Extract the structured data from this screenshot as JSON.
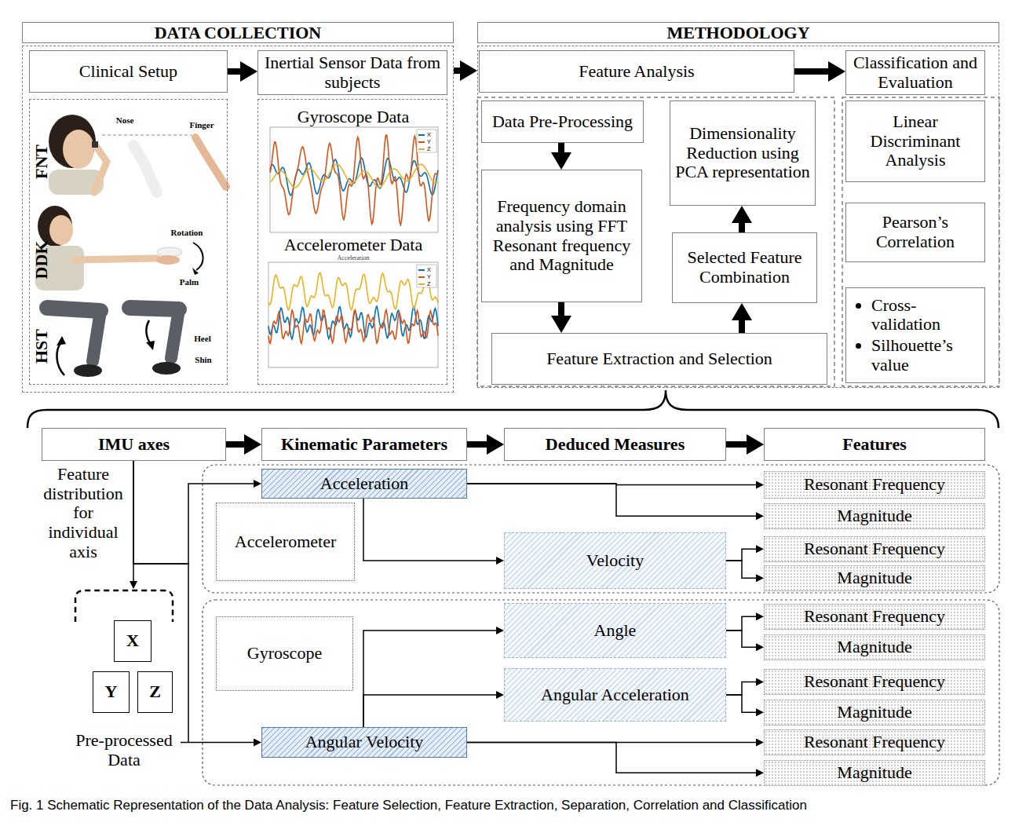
{
  "diagram": {
    "caption": "Fig. 1 Schematic Representation of the Data Analysis: Feature Selection, Feature Extraction, Separation, Correlation and Classification",
    "nodes": [
      {
        "text": [
          "DATA COLLECTION"
        ]
      },
      {
        "text": [
          "Clinical Setup"
        ],
        "in": 0
      },
      {
        "text": [
          "FNT",
          "Nose",
          "Finger",
          "DDK",
          "Rotation",
          "Palm",
          "HST",
          "Heel",
          "Shin"
        ],
        "in": 0
      },
      {
        "text": [
          "Inertial Sensor Data from subjects"
        ],
        "in": 0
      },
      {
        "text": [
          "Gyroscope Data",
          "Accelerometer Data",
          "Acceleration"
        ],
        "in": 0
      },
      {
        "text": [
          "METHODOLOGY"
        ]
      },
      {
        "text": [
          "Feature Analysis"
        ],
        "in": 5
      },
      {
        "text": [
          "Data Pre-Processing"
        ],
        "in": 5
      },
      {
        "text": [
          "Dimensionality Reduction using PCA representation"
        ],
        "in": 5
      },
      {
        "text": [
          "Frequency domain analysis using FFT Resonant frequency and Magnitude"
        ],
        "in": 5
      },
      {
        "text": [
          "Selected Feature Combination"
        ],
        "in": 5
      },
      {
        "text": [
          "Feature Extraction and Selection"
        ],
        "in": 5
      },
      {
        "text": [
          "Classification and Evaluation"
        ],
        "in": 5
      },
      {
        "text": [
          "Linear Discriminant Analysis"
        ],
        "in": 5
      },
      {
        "text": [
          "Pearson’s Correlation"
        ],
        "in": 5
      },
      {
        "text": [
          "Cross-validation",
          "Silhouette’s value"
        ],
        "in": 5
      },
      {
        "text": [
          "IMU axes"
        ]
      },
      {
        "text": [
          "Kinematic Parameters"
        ]
      },
      {
        "text": [
          "Deduced Measures"
        ]
      },
      {
        "text": [
          "Features"
        ]
      },
      {
        "text": [
          "X"
        ]
      },
      {
        "text": [
          "Y"
        ]
      },
      {
        "text": [
          "Z"
        ]
      },
      {
        "text": [
          "Accelerometer"
        ]
      },
      {
        "text": [
          "Acceleration"
        ]
      },
      {
        "text": [
          "Velocity"
        ]
      },
      {
        "text": [
          "Gyroscope"
        ]
      },
      {
        "text": [
          "Angle"
        ]
      },
      {
        "text": [
          "Angular Acceleration"
        ]
      },
      {
        "text": [
          "Angular Velocity"
        ]
      },
      {
        "text": [
          "Resonant Frequency"
        ]
      },
      {
        "text": [
          "Magnitude"
        ]
      },
      {
        "text": [
          "Resonant Frequency"
        ]
      },
      {
        "text": [
          "Magnitude"
        ]
      },
      {
        "text": [
          "Resonant Frequency"
        ]
      },
      {
        "text": [
          "Magnitude"
        ]
      },
      {
        "text": [
          "Resonant Frequency"
        ]
      },
      {
        "text": [
          "Magnitude"
        ]
      },
      {
        "text": [
          "Resonant Frequency"
        ]
      },
      {
        "text": [
          "Magnitude"
        ]
      }
    ],
    "edges": [
      {
        "from": 1,
        "to": 3,
        "arrow": "to"
      },
      {
        "from": 0,
        "to": 5,
        "arrow": "to"
      },
      {
        "from": 6,
        "to": 12,
        "arrow": "to"
      },
      {
        "from": 7,
        "to": 9,
        "arrow": "to"
      },
      {
        "from": 9,
        "to": 11,
        "arrow": "to"
      },
      {
        "from": 11,
        "to": 10,
        "arrow": "to"
      },
      {
        "from": 10,
        "to": 8,
        "arrow": "to"
      },
      {
        "from": 16,
        "to": 17,
        "arrow": "to"
      },
      {
        "from": 17,
        "to": 18,
        "arrow": "to"
      },
      {
        "from": 18,
        "to": 19,
        "arrow": "to"
      },
      {
        "from": 16,
        "to": 24,
        "arrow": "to"
      },
      {
        "from": 16,
        "to": 29,
        "arrow": "to"
      },
      {
        "from": 24,
        "to": 30,
        "arrow": "to"
      },
      {
        "from": 24,
        "to": 31,
        "arrow": "to"
      },
      {
        "from": 24,
        "to": 25,
        "arrow": "to"
      },
      {
        "from": 25,
        "to": 32,
        "arrow": "to"
      },
      {
        "from": 25,
        "to": 33,
        "arrow": "to"
      },
      {
        "from": 29,
        "to": 27,
        "arrow": "to"
      },
      {
        "from": 29,
        "to": 28,
        "arrow": "to"
      },
      {
        "from": 27,
        "to": 34,
        "arrow": "to"
      },
      {
        "from": 27,
        "to": 35,
        "arrow": "to"
      },
      {
        "from": 28,
        "to": 36,
        "arrow": "to"
      },
      {
        "from": 28,
        "to": 37,
        "arrow": "to"
      },
      {
        "from": 29,
        "to": 38,
        "arrow": "to"
      },
      {
        "from": 29,
        "to": 39,
        "arrow": "to"
      }
    ],
    "labels": [
      "Feature distribution for individual axis",
      "Pre-processed Data"
    ],
    "legend": [
      {
        "text": "X",
        "color": "#0072bd"
      },
      {
        "text": "Y",
        "color": "#d95319"
      },
      {
        "text": "Z",
        "color": "#edb120"
      },
      {
        "text": "X",
        "color": "#0072bd"
      },
      {
        "text": "Y",
        "color": "#d95319"
      },
      {
        "text": "Z",
        "color": "#edb120"
      }
    ]
  }
}
